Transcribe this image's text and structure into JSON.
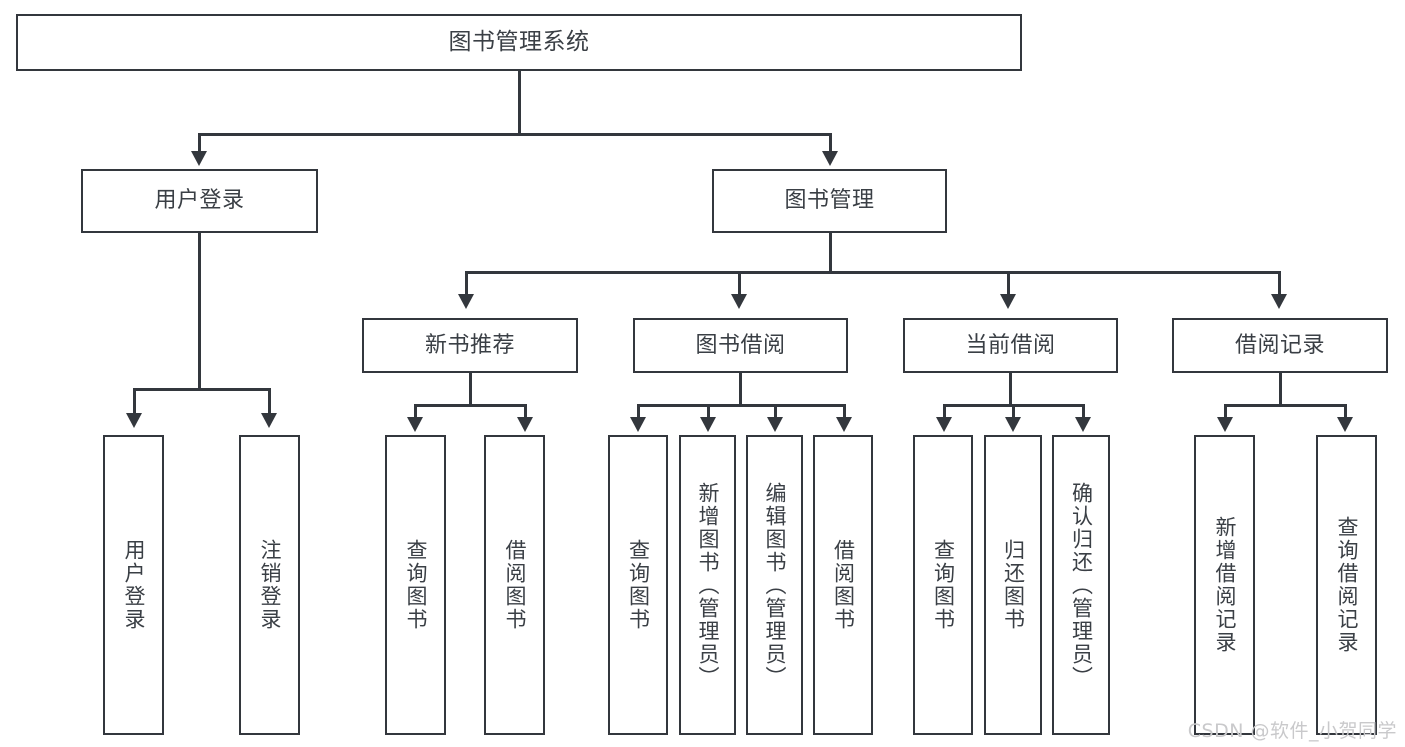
{
  "diagram": {
    "title": "图书管理系统",
    "type": "tree-hierarchy",
    "root": {
      "label": "图书管理系统"
    },
    "level2": [
      {
        "label": "用户登录"
      },
      {
        "label": "图书管理"
      }
    ],
    "level3": [
      {
        "label": "新书推荐"
      },
      {
        "label": "图书借阅"
      },
      {
        "label": "当前借阅"
      },
      {
        "label": "借阅记录"
      }
    ],
    "leaves": {
      "user_login": [
        {
          "label": "用户登录"
        },
        {
          "label": "注销登录"
        }
      ],
      "new_book": [
        {
          "label": "查询图书"
        },
        {
          "label": "借阅图书"
        }
      ],
      "borrow_book": [
        {
          "label": "查询图书"
        },
        {
          "label": "新增图书（管理员）"
        },
        {
          "label": "编辑图书（管理员）"
        },
        {
          "label": "借阅图书"
        }
      ],
      "current_borrow": [
        {
          "label": "查询图书"
        },
        {
          "label": "归还图书"
        },
        {
          "label": "确认归还（管理员）"
        }
      ],
      "borrow_record": [
        {
          "label": "新增借阅记录"
        },
        {
          "label": "查询借阅记录"
        }
      ]
    }
  },
  "watermark": {
    "text": "CSDN @软件_小贺同学"
  },
  "colors": {
    "stroke": "#33373d",
    "text": "#3a3f45",
    "background": "#ffffff",
    "watermark": "#c9c9cb"
  }
}
